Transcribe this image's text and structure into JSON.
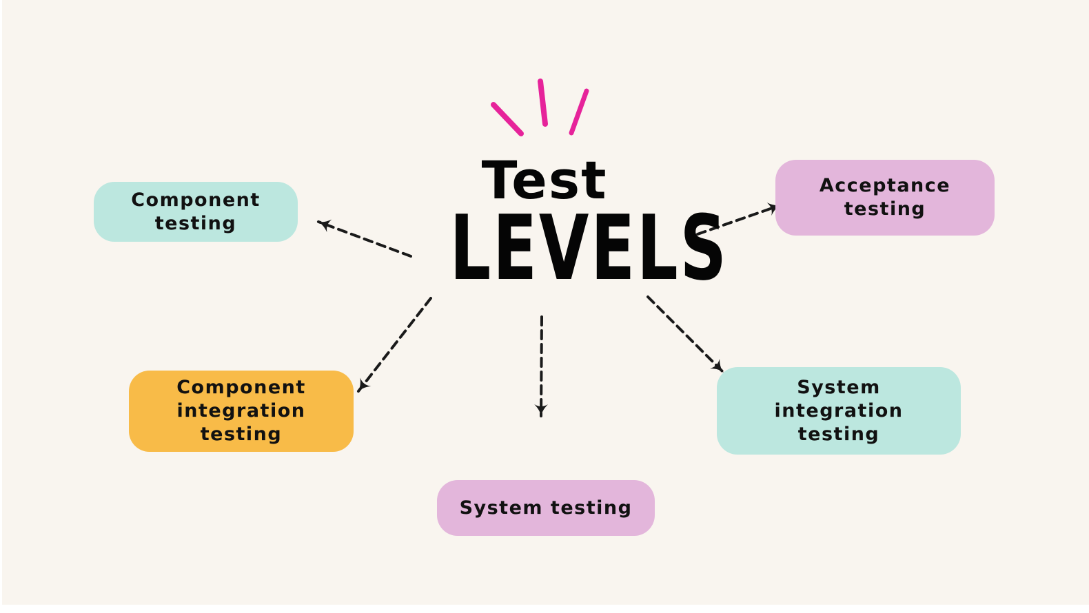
{
  "title": {
    "line1": "Test",
    "line2": "LEVELS"
  },
  "nodes": [
    {
      "id": "component",
      "lines": [
        "Component",
        "testing"
      ],
      "color": "#bce7df"
    },
    {
      "id": "component-integration",
      "lines": [
        "Component",
        "integration",
        "testing"
      ],
      "color": "#f8bb48"
    },
    {
      "id": "system",
      "lines": [
        "System testing"
      ],
      "color": "#e3b6db"
    },
    {
      "id": "system-integration",
      "lines": [
        "System",
        "integration",
        "testing"
      ],
      "color": "#bce7df"
    },
    {
      "id": "acceptance",
      "lines": [
        "Acceptance",
        "testing"
      ],
      "color": "#e3b6db"
    }
  ],
  "colors": {
    "background": "#f9f5ef",
    "accent_strokes": "#e6239a",
    "text": "#111111",
    "arrow": "#1a1a1a"
  },
  "icons": {
    "burst": "burst-strokes-icon",
    "arrow": "dashed-arrow-icon"
  }
}
